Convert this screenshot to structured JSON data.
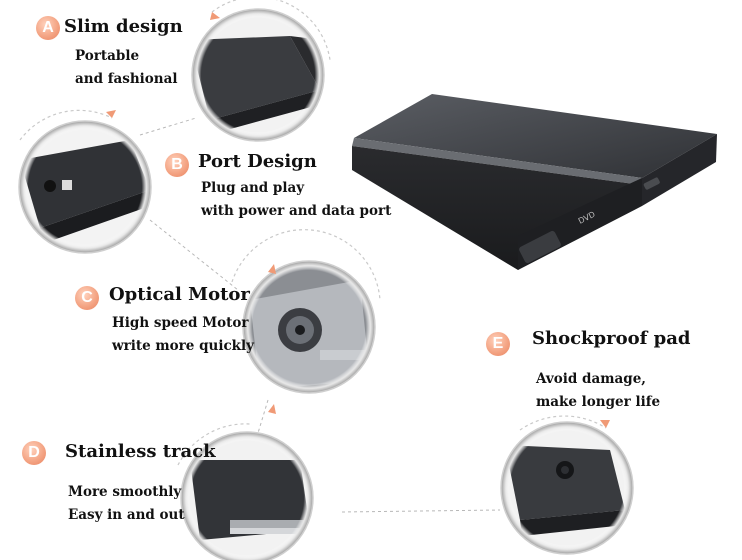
{
  "features": [
    {
      "badge": "A",
      "title": "Slim design",
      "lines": [
        "Portable",
        "and fashional"
      ]
    },
    {
      "badge": "B",
      "title": "Port Design",
      "lines": [
        "Plug and play",
        "with power and data port"
      ]
    },
    {
      "badge": "C",
      "title": "Optical Motor",
      "lines": [
        "High speed Motor",
        "write more quickly"
      ]
    },
    {
      "badge": "D",
      "title": "Stainless track",
      "lines": [
        "More smoothly",
        "Easy in and out"
      ]
    },
    {
      "badge": "E",
      "title": "Shockproof pad",
      "lines": [
        "Avoid damage,",
        "make longer life"
      ]
    }
  ],
  "product": {
    "label": "DVD"
  },
  "colors": {
    "badge": "#f4a585",
    "accent": "#f09a76",
    "drive": "#3d3f44"
  },
  "icons": [
    "drive-closeup-icon",
    "usb-port-icon",
    "laser-lens-icon",
    "tray-rail-icon",
    "rubber-foot-icon"
  ]
}
